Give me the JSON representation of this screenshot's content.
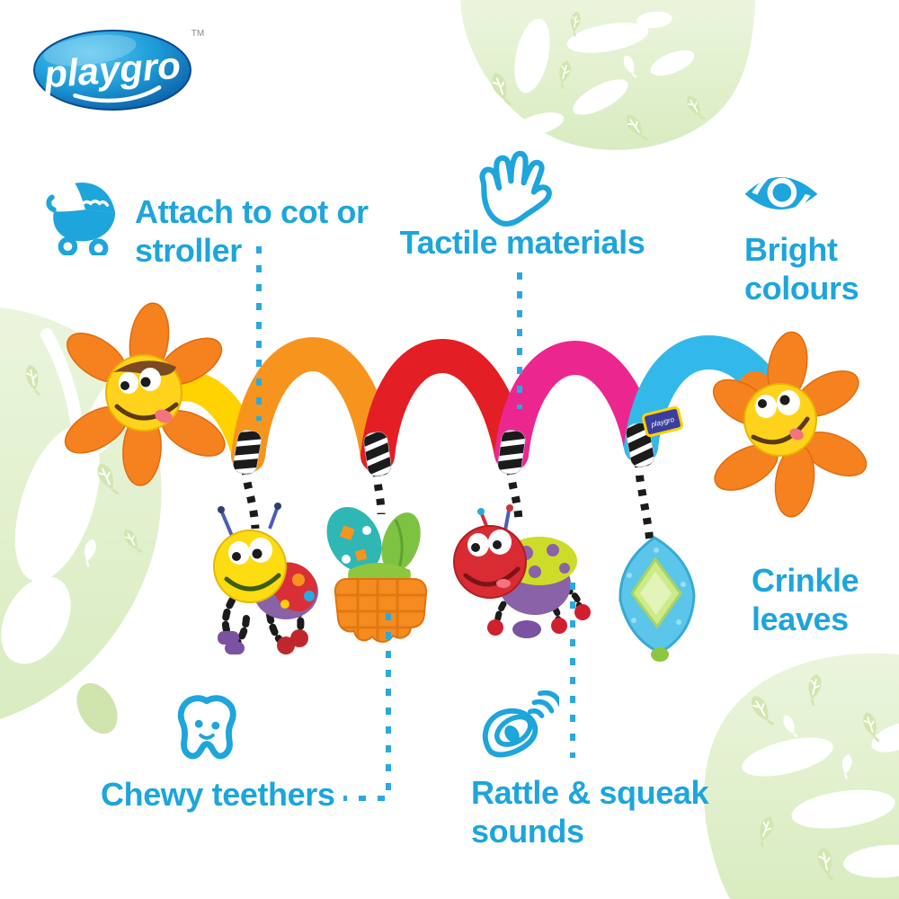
{
  "brand": {
    "name": "playgro",
    "trademark": "TM"
  },
  "features": {
    "attach": {
      "icon": "stroller-icon",
      "lines": [
        "Attach to cot or",
        "stroller"
      ]
    },
    "tactile": {
      "icon": "hand-icon",
      "lines": [
        "Tactile materials"
      ]
    },
    "bright": {
      "icon": "eye-icon",
      "lines": [
        "Bright",
        "colours"
      ]
    },
    "crinkle": {
      "icon": "none",
      "lines": [
        "Crinkle",
        "leaves"
      ]
    },
    "chewy": {
      "icon": "tooth-icon",
      "lines": [
        "Chewy teethers"
      ]
    },
    "rattle": {
      "icon": "rattle-icon",
      "lines": [
        "Rattle & squeak",
        "sounds"
      ]
    }
  },
  "product": {
    "tag_text": "playgro",
    "charms": [
      "flower",
      "bug",
      "waffle-teether",
      "ladybug",
      "leaf-teether"
    ],
    "spiral_colors": [
      "#ffd200",
      "#f7941d",
      "#e31e24",
      "#ec268f",
      "#33b9e9"
    ]
  },
  "colors": {
    "accent_blue": "#1da5dc",
    "dash_blue": "#2ba9df",
    "logo_blue_dark": "#0a4a8f",
    "logo_blue_light": "#56c7f0",
    "leaf_green_light": "#e4f0d2",
    "leaf_green_print": "#d2e6b0",
    "flower_orange": "#f6821f",
    "face_yellow": "#ffd31c",
    "green": "#8dc63f",
    "purple": "#8a62a8",
    "teal": "#2fb7b5"
  }
}
